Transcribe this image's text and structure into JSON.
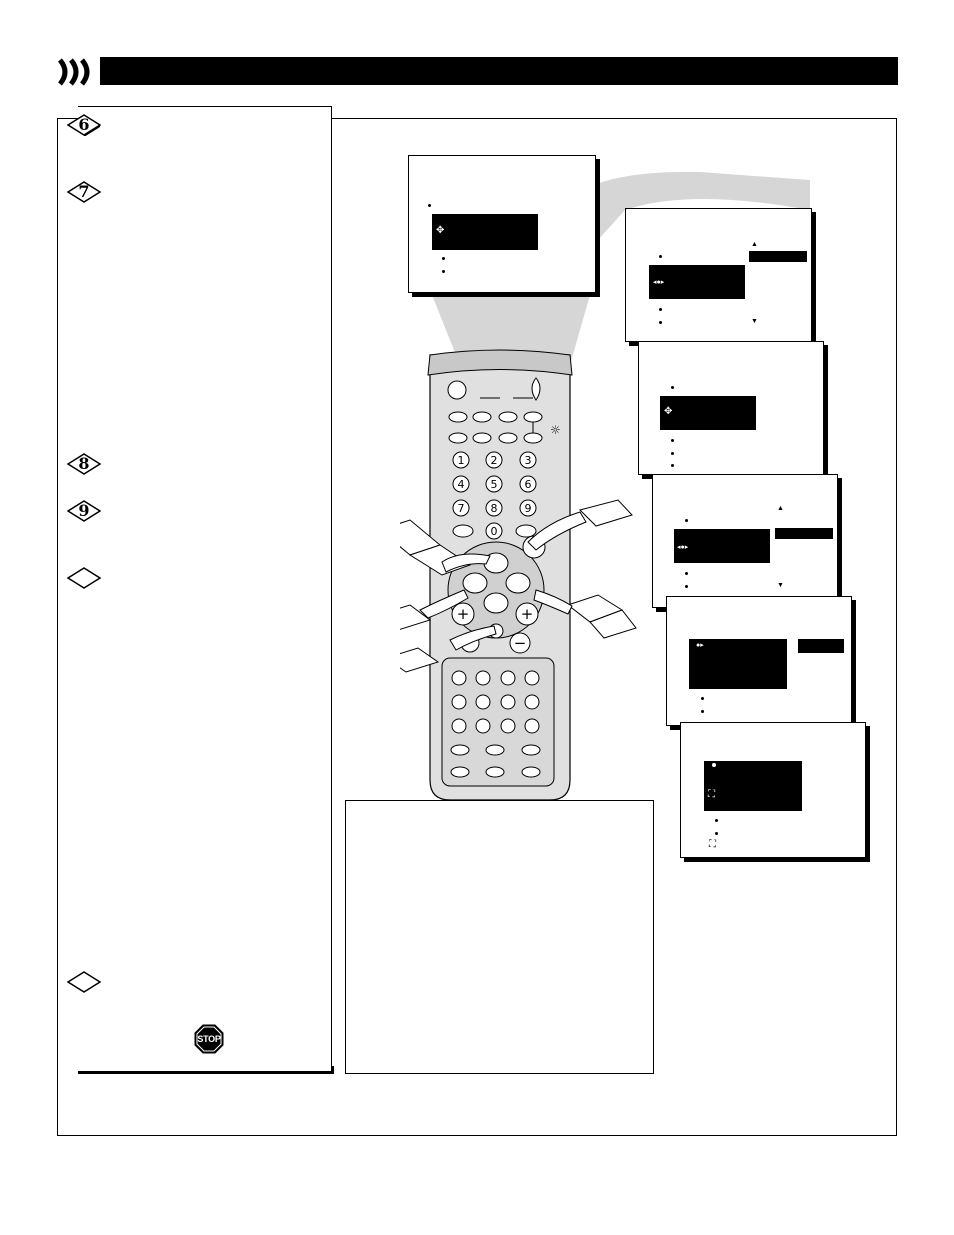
{
  "page": {
    "header_logo_icon": "triple-arc-logo-icon"
  },
  "steps": [
    {
      "label": "6"
    },
    {
      "label": "7"
    },
    {
      "label": "8"
    },
    {
      "label": "9"
    },
    {
      "label": ""
    },
    {
      "label": ""
    }
  ],
  "stop_sign": {
    "label": "STOP"
  },
  "colors": {
    "ink": "#000000",
    "paper": "#ffffff",
    "beam": "#d6d6d6"
  },
  "remote": {
    "number_keys": [
      "1",
      "2",
      "3",
      "4",
      "5",
      "6",
      "7",
      "8",
      "9",
      "0"
    ],
    "plus_label": "+",
    "minus_label": "−"
  }
}
